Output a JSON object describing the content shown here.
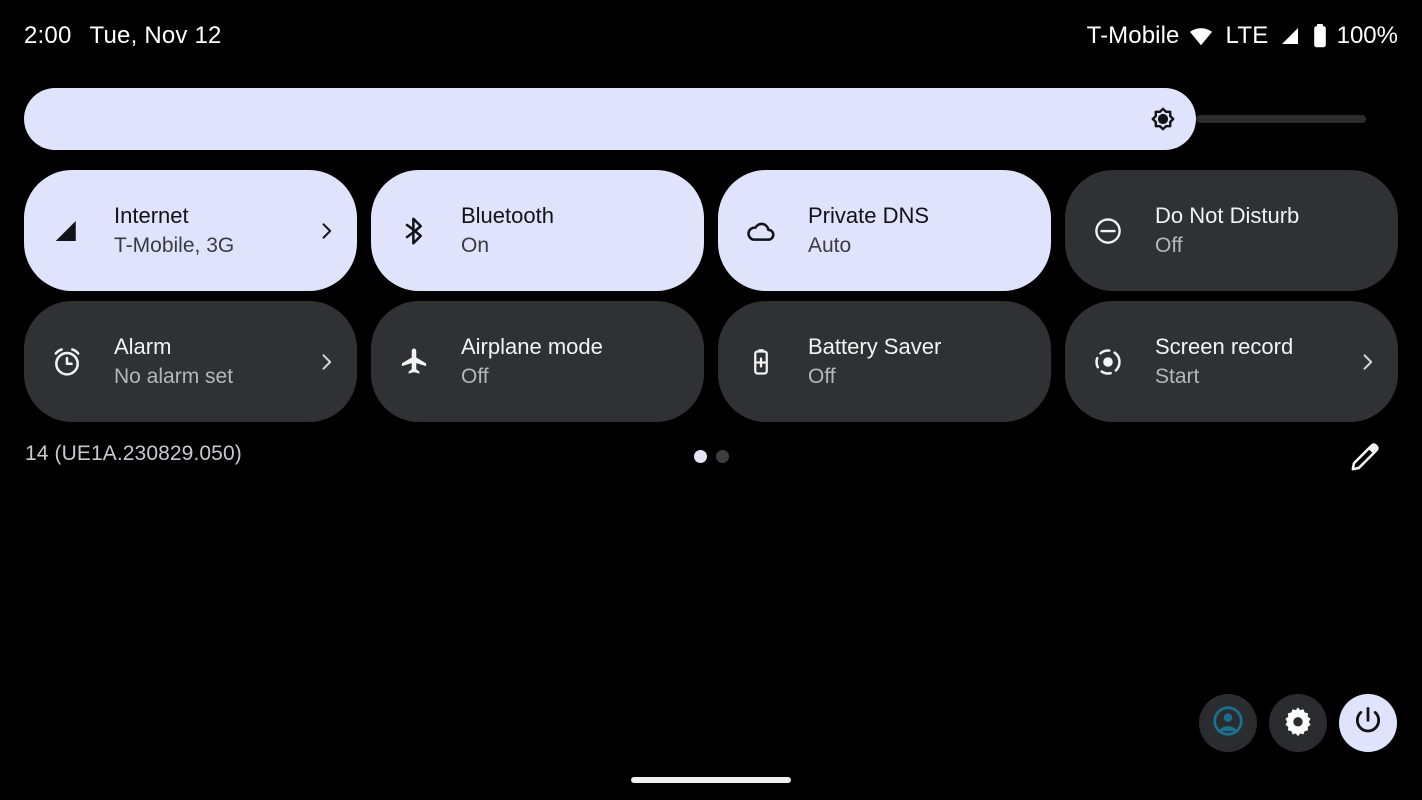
{
  "status_bar": {
    "clock": "2:00",
    "date": "Tue, Nov 12",
    "carrier": "T-Mobile",
    "network_type": "LTE",
    "battery_percent": "100%",
    "icons": [
      "wifi-icon",
      "signal-icon",
      "battery-icon"
    ]
  },
  "brightness": {
    "name": "brightness-slider",
    "icon": "brightness-icon",
    "level_percent": 87
  },
  "tiles": [
    {
      "id": "internet",
      "icon": "signal-cellular-icon",
      "title": "Internet",
      "subtitle": "T-Mobile, 3G",
      "state": "active",
      "has_chevron": true
    },
    {
      "id": "bluetooth",
      "icon": "bluetooth-icon",
      "title": "Bluetooth",
      "subtitle": "On",
      "state": "active",
      "has_chevron": false
    },
    {
      "id": "private-dns",
      "icon": "cloud-icon",
      "title": "Private DNS",
      "subtitle": "Auto",
      "state": "active",
      "has_chevron": false
    },
    {
      "id": "do-not-disturb",
      "icon": "do-not-disturb-icon",
      "title": "Do Not Disturb",
      "subtitle": "Off",
      "state": "inactive",
      "has_chevron": false
    },
    {
      "id": "alarm",
      "icon": "alarm-clock-icon",
      "title": "Alarm",
      "subtitle": "No alarm set",
      "state": "inactive",
      "has_chevron": true
    },
    {
      "id": "airplane-mode",
      "icon": "airplane-icon",
      "title": "Airplane mode",
      "subtitle": "Off",
      "state": "inactive",
      "has_chevron": false
    },
    {
      "id": "battery-saver",
      "icon": "battery-saver-icon",
      "title": "Battery Saver",
      "subtitle": "Off",
      "state": "inactive",
      "has_chevron": false
    },
    {
      "id": "screen-record",
      "icon": "screen-record-icon",
      "title": "Screen record",
      "subtitle": "Start",
      "state": "inactive",
      "has_chevron": true
    }
  ],
  "footer": {
    "build_label": "14 (UE1A.230829.050)",
    "pages": {
      "count": 2,
      "active_index": 0
    },
    "edit_icon": "pencil-icon"
  },
  "bottom_actions": [
    {
      "id": "user-switcher",
      "icon": "account-circle-icon",
      "style": "dark"
    },
    {
      "id": "settings",
      "icon": "gear-icon",
      "style": "dark"
    },
    {
      "id": "power",
      "icon": "power-icon",
      "style": "light"
    }
  ],
  "colors": {
    "background": "#000000",
    "tile_active": "#dfe3fb",
    "tile_inactive": "#303134",
    "text_on_active": "#121316",
    "text_on_inactive": "#f3f3f4",
    "accent_user_icon": "#1a6e8e"
  }
}
